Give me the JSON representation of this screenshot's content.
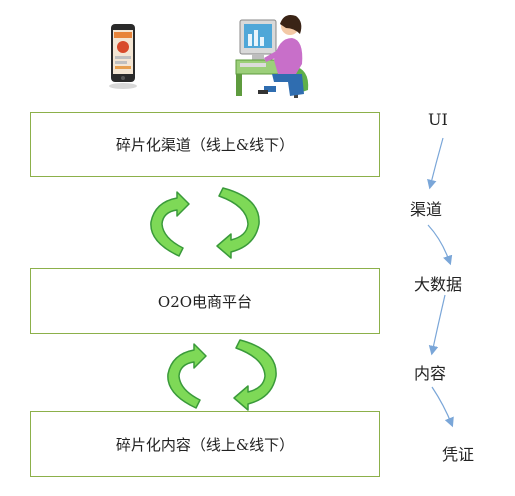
{
  "top_icons": {
    "phone": "smartphone-icon",
    "user": "person-at-computer-icon"
  },
  "boxes": {
    "channels": "碎片化渠道（线上&线下）",
    "platform": "O2O电商平台",
    "content": "碎片化内容（线上&线下）"
  },
  "flow_steps": [
    "UI",
    "渠道",
    "大数据",
    "内容",
    "凭证"
  ],
  "colors": {
    "box_border": "#8cb04a",
    "cycle_arrow_fill": "#7ed957",
    "cycle_arrow_stroke": "#3a9a3a",
    "step_arrow": "#7aa6d8"
  }
}
